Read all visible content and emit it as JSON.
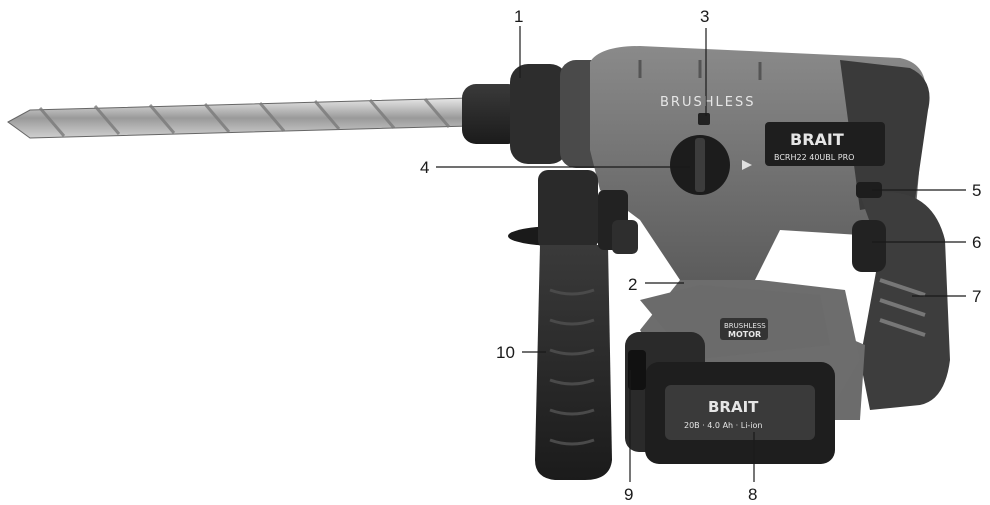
{
  "callouts": [
    {
      "id": "1",
      "label": "1"
    },
    {
      "id": "2",
      "label": "2"
    },
    {
      "id": "3",
      "label": "3"
    },
    {
      "id": "4",
      "label": "4"
    },
    {
      "id": "5",
      "label": "5"
    },
    {
      "id": "6",
      "label": "6"
    },
    {
      "id": "7",
      "label": "7"
    },
    {
      "id": "8",
      "label": "8"
    },
    {
      "id": "9",
      "label": "9"
    },
    {
      "id": "10",
      "label": "10"
    }
  ],
  "tool": {
    "housing_text": "BRUSHLESS",
    "brand": "BRAIT",
    "model": "BCRH22 40UBL PRO",
    "motor_badge_line1": "BRUSHLESS",
    "motor_badge_line2": "MOTOR",
    "battery_brand": "BRAIT",
    "battery_spec": "20B · 4.0 Ah · Li-ion"
  },
  "colors": {
    "housing": "#7a7a7a",
    "rubber": "#2a2a2a",
    "drill_bit": "#b8b8b8",
    "background": "#ffffff"
  }
}
